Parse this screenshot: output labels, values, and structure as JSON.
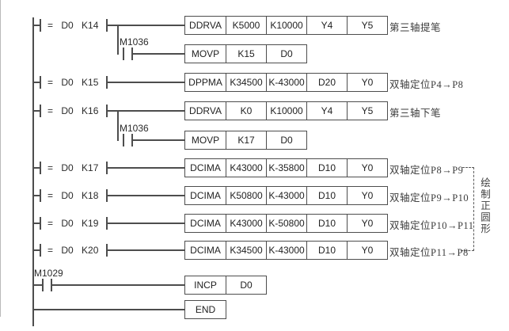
{
  "rungs": [
    {
      "contact": "= D0 K14",
      "cells": [
        "DDRVA",
        "K5000",
        "K10000",
        "Y4",
        "Y5"
      ],
      "comment": "第三轴提笔"
    },
    {
      "contact": "= D0 K15",
      "cells": [
        "DPPMA",
        "K34500",
        "K-43000",
        "D20",
        "Y0"
      ],
      "comment": "双轴定位P4→P8"
    },
    {
      "contact": "= D0 K16",
      "cells": [
        "DDRVA",
        "K0",
        "K10000",
        "Y4",
        "Y5"
      ],
      "comment": "第三轴下笔"
    },
    {
      "contact": "= D0 K17",
      "cells": [
        "DCIMA",
        "K43000",
        "K-35800",
        "D10",
        "Y0"
      ],
      "comment": "双轴定位P8→P9"
    },
    {
      "contact": "= D0 K18",
      "cells": [
        "DCIMA",
        "K50800",
        "K-43000",
        "D10",
        "Y0"
      ],
      "comment": "双轴定位P9→P10"
    },
    {
      "contact": "= D0 K19",
      "cells": [
        "DCIMA",
        "K43000",
        "K-50800",
        "D10",
        "Y0"
      ],
      "comment": "双轴定位P10→P11"
    },
    {
      "contact": "= D0 K20",
      "cells": [
        "DCIMA",
        "K34500",
        "K-43000",
        "D10",
        "Y0"
      ],
      "comment": "双轴定位P11→P8"
    }
  ],
  "branches": [
    {
      "label": "M1036",
      "cells": [
        "MOVP",
        "K15",
        "D0"
      ]
    },
    {
      "label": "M1036",
      "cells": [
        "MOVP",
        "K17",
        "D0"
      ]
    }
  ],
  "footer_rungs": [
    {
      "label": "M1029",
      "cells": [
        "INCP",
        "D0"
      ]
    },
    {
      "cells": [
        "END"
      ]
    }
  ],
  "side_note": "绘制正圆形",
  "colors": {
    "wire": "#4d4d4d",
    "text": "#222222",
    "comment": "#3d3d3d"
  }
}
